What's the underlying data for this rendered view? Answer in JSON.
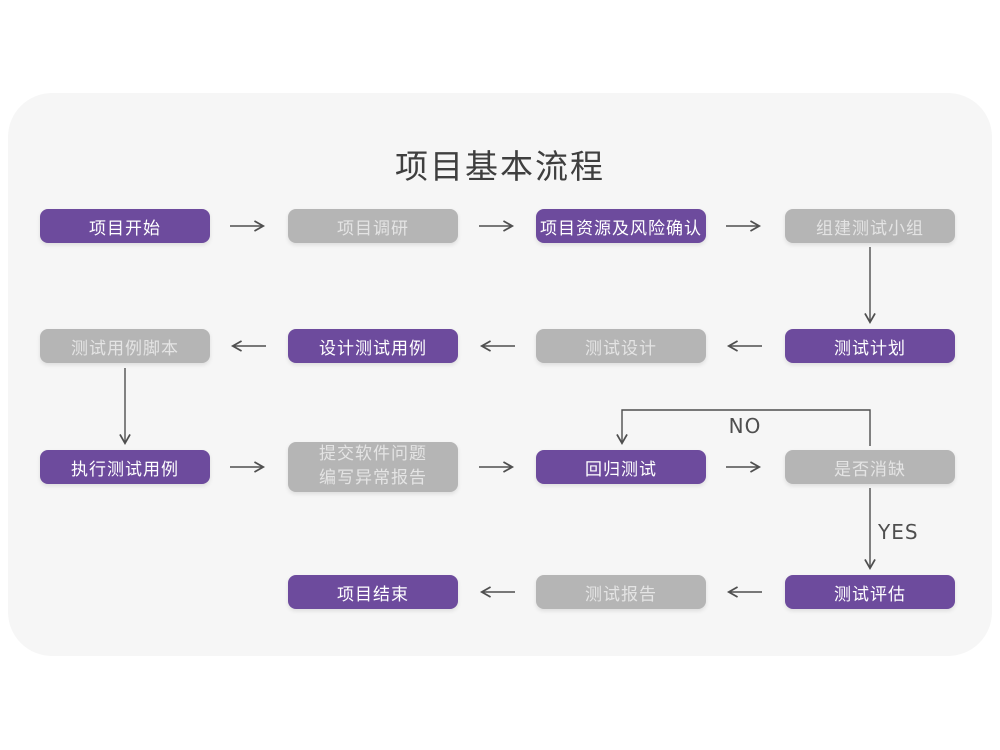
{
  "title": "项目基本流程",
  "colors": {
    "purple": "#6d4b9d",
    "gray": "#b5b5b5",
    "gray_text": "#e4e4e4",
    "card_bg": "#f6f6f6",
    "arrow": "#4f4f4f",
    "title_text": "#3f3f3f"
  },
  "nodes": {
    "start": {
      "label": "项目开始"
    },
    "research": {
      "label": "项目调研"
    },
    "risk": {
      "label": "项目资源及风险确认"
    },
    "team": {
      "label": "组建测试小组"
    },
    "plan": {
      "label": "测试计划"
    },
    "design": {
      "label": "测试设计"
    },
    "case_design": {
      "label": "设计测试用例"
    },
    "case_script": {
      "label": "测试用例脚本"
    },
    "execute": {
      "label": "执行测试用例"
    },
    "submit": {
      "line1": "提交软件问题",
      "line2": "编写异常报告"
    },
    "regression": {
      "label": "回归测试"
    },
    "defect_check": {
      "label": "是否消缺"
    },
    "evaluate": {
      "label": "测试评估"
    },
    "report": {
      "label": "测试报告"
    },
    "end": {
      "label": "项目结束"
    }
  },
  "edge_labels": {
    "no": "NO",
    "yes": "YES"
  }
}
